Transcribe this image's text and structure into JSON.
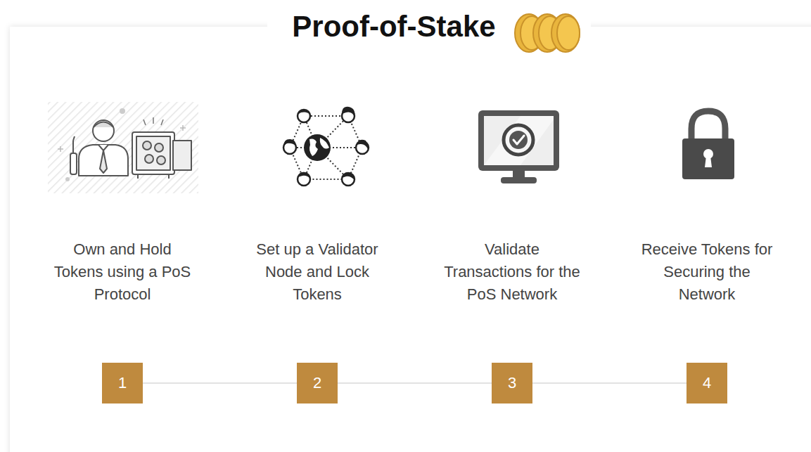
{
  "diagram": {
    "title": "Proof-of-Stake",
    "nodes": [
      {
        "text": [
          "1"
        ]
      },
      {
        "text": [
          "2"
        ]
      },
      {
        "text": [
          "3"
        ]
      },
      {
        "text": [
          "4"
        ]
      }
    ],
    "edges": [
      {
        "from": 0,
        "to": 1,
        "arrow": "none"
      },
      {
        "from": 1,
        "to": 2,
        "arrow": "none"
      },
      {
        "from": 2,
        "to": 3,
        "arrow": "none"
      }
    ],
    "labels": [
      "Own and Hold Tokens using a PoS Protocol",
      "Set up a Validator Node and Lock Tokens",
      "Validate Transactions for the PoS Network",
      "Receive Tokens for Securing the Network"
    ]
  }
}
